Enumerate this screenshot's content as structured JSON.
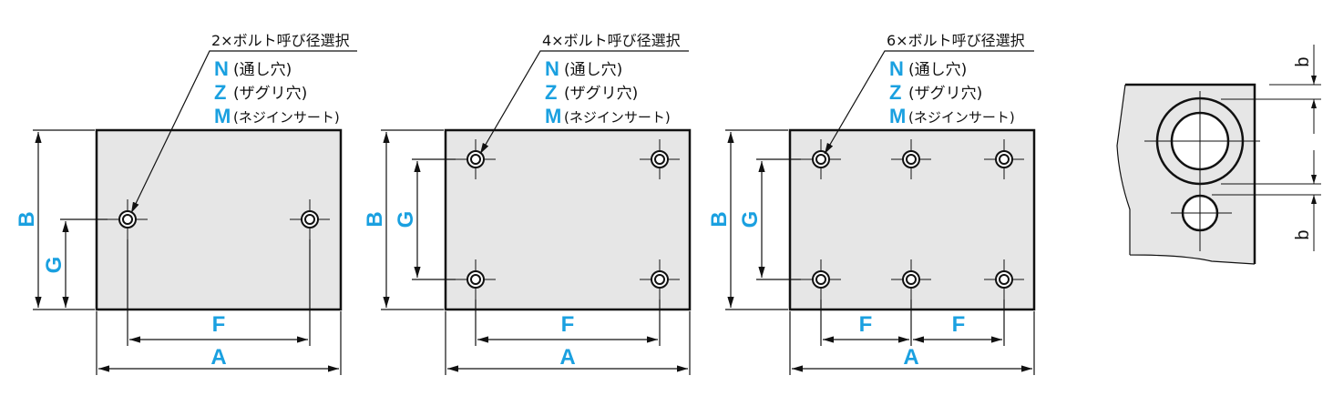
{
  "colors": {
    "accent": "#1aa0e0",
    "plate": "#e6e6e6"
  },
  "panels": [
    {
      "title": "2×ボルト呼び径選択",
      "dims": {
        "B": "B",
        "G": "G",
        "F": "F",
        "A": "A"
      }
    },
    {
      "title": "4×ボルト呼び径選択",
      "dims": {
        "B": "B",
        "G": "G",
        "F": "F",
        "A": "A"
      }
    },
    {
      "title": "6×ボルト呼び径選択",
      "dims": {
        "B": "B",
        "G": "G",
        "F": "F",
        "F2": "F",
        "A": "A"
      }
    }
  ],
  "options": [
    {
      "code": "N",
      "desc": "(通し穴)"
    },
    {
      "code": "Z",
      "desc": "(ザグリ穴)"
    },
    {
      "code": "M",
      "desc": "(ネジインサート)"
    }
  ],
  "detail": {
    "b_top": "b",
    "b_bottom": "b"
  }
}
